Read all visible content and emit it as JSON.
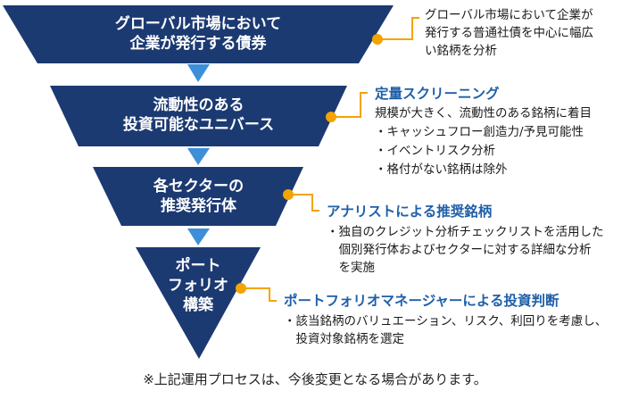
{
  "colors": {
    "navy": "#1c3a72",
    "arrow": "#3d8fd9",
    "connector": "#f3a400",
    "heading": "#1f5fa8"
  },
  "stages": [
    {
      "label": "グローバル市場において\n企業が発行する債券"
    },
    {
      "label": "流動性のある\n投資可能なユニバース"
    },
    {
      "label": "各セクターの\n推奨発行体"
    },
    {
      "label": "ポート\nフォリオ\n構築"
    }
  ],
  "notes": [
    {
      "body": "グローバル市場において企業が\n発行する普通社債を中心に幅広\nい銘柄を分析"
    },
    {
      "heading": "定量スクリーニング",
      "body": "規模が大きく、流動性のある銘柄に着目",
      "bullets": [
        "・キャッシュフロー創造力/予見可能性",
        "・イベントリスク分析",
        "・格付がない銘柄は除外"
      ]
    },
    {
      "heading": "アナリストによる推奨銘柄",
      "body": "・独自のクレジット分析チェックリストを活用した\n　個別発行体およびセクターに対する詳細な分析\n　を実施"
    },
    {
      "heading": "ポートフォリオマネージャーによる投資判断",
      "body": "・該当銘柄のバリュエーション、リスク、利回りを考慮し、\n　投資対象銘柄を選定"
    }
  ],
  "footnote": "※上記運用プロセスは、今後変更となる場合があります。"
}
